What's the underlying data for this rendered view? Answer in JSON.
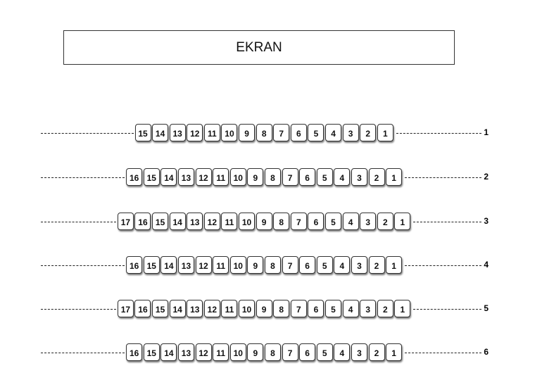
{
  "screen_label": "EKRAN",
  "rows": [
    {
      "label": "1",
      "seats": [
        "15",
        "14",
        "13",
        "12",
        "11",
        "10",
        "9",
        "8",
        "7",
        "6",
        "5",
        "4",
        "3",
        "2",
        "1"
      ]
    },
    {
      "label": "2",
      "seats": [
        "16",
        "15",
        "14",
        "13",
        "12",
        "11",
        "10",
        "9",
        "8",
        "7",
        "6",
        "5",
        "4",
        "3",
        "2",
        "1"
      ]
    },
    {
      "label": "3",
      "seats": [
        "17",
        "16",
        "15",
        "14",
        "13",
        "12",
        "11",
        "10",
        "9",
        "8",
        "7",
        "6",
        "5",
        "4",
        "3",
        "2",
        "1"
      ]
    },
    {
      "label": "4",
      "seats": [
        "16",
        "15",
        "14",
        "13",
        "12",
        "11",
        "10",
        "9",
        "8",
        "7",
        "6",
        "5",
        "4",
        "3",
        "2",
        "1"
      ]
    },
    {
      "label": "5",
      "seats": [
        "17",
        "16",
        "15",
        "14",
        "13",
        "12",
        "11",
        "10",
        "9",
        "8",
        "7",
        "6",
        "5",
        "4",
        "3",
        "2",
        "1"
      ]
    },
    {
      "label": "6",
      "seats": [
        "16",
        "15",
        "14",
        "13",
        "12",
        "11",
        "10",
        "9",
        "8",
        "7",
        "6",
        "5",
        "4",
        "3",
        "2",
        "1"
      ]
    }
  ]
}
